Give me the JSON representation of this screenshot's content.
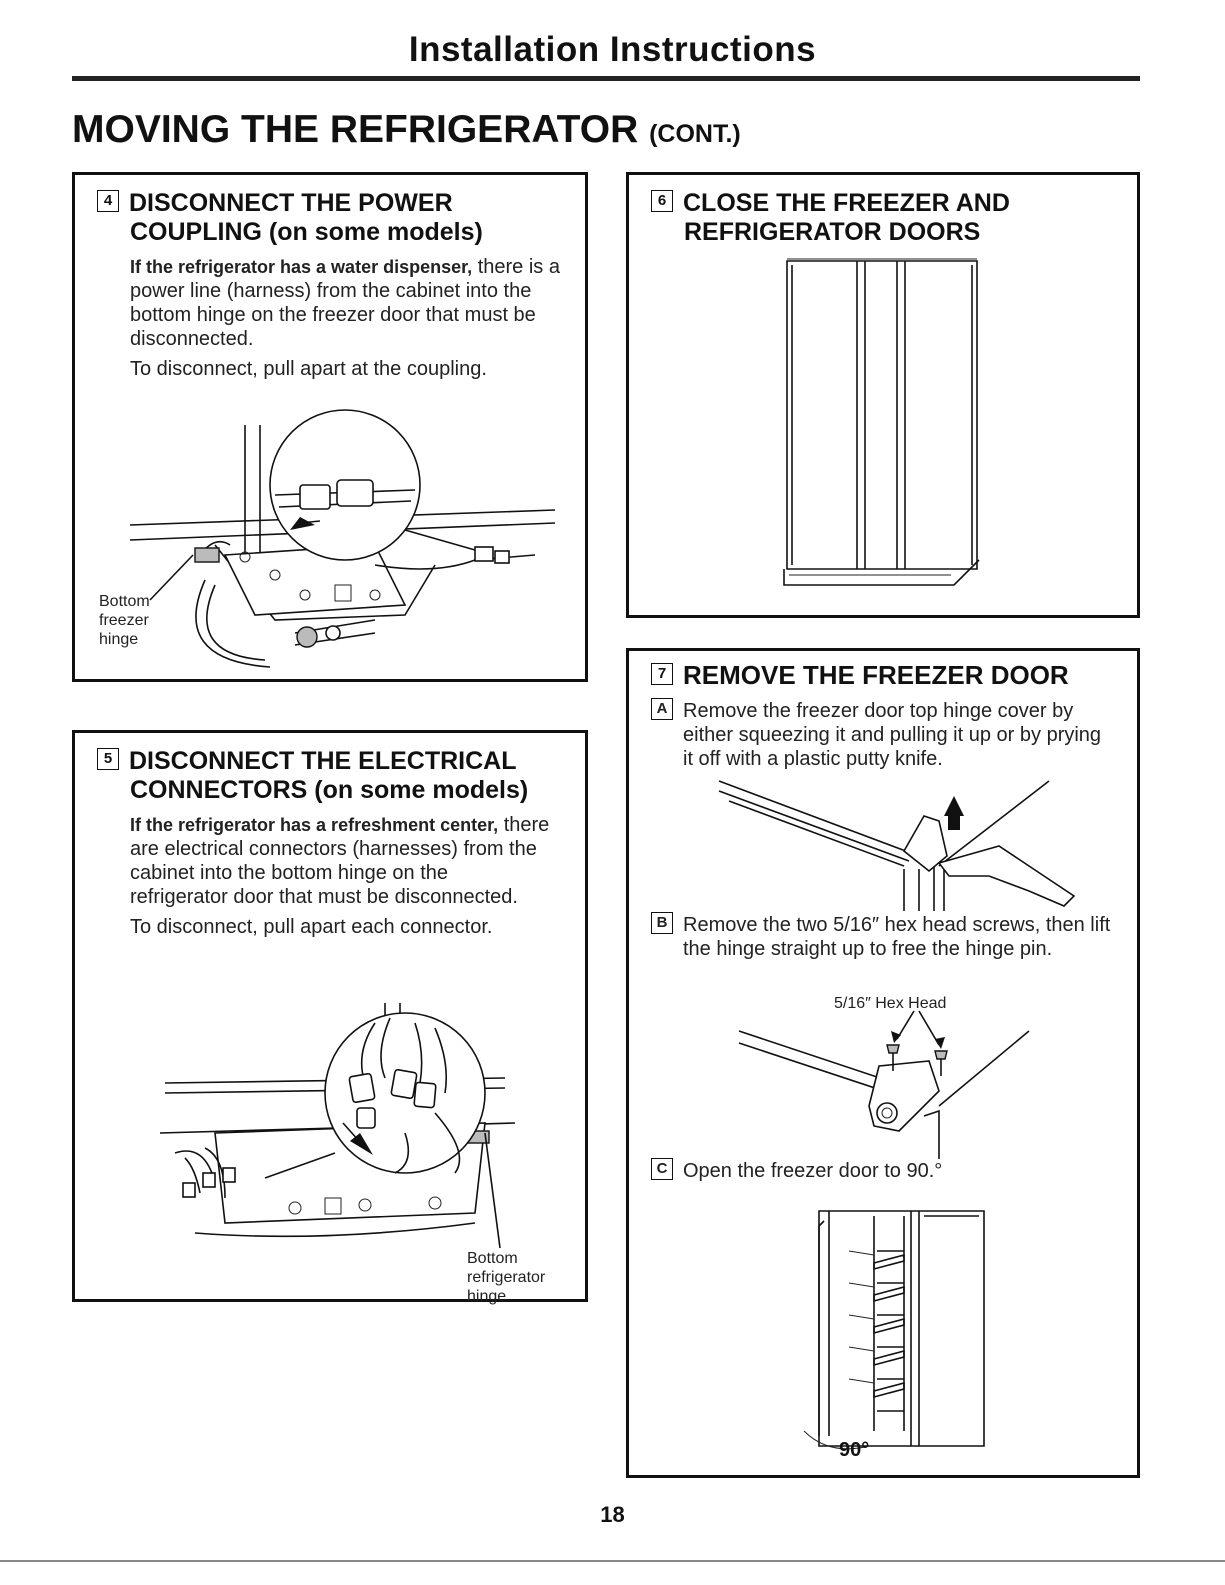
{
  "header": {
    "title": "Installation Instructions"
  },
  "page_heading": {
    "main": "MOVING THE REFRIGERATOR",
    "suffix": "(CONT.)"
  },
  "step4": {
    "num": "4",
    "title_line1": "DISCONNECT THE POWER",
    "title_line2_a": "COUPLING",
    "title_line2_b": "(on some models)",
    "bold_intro": "If the refrigerator has a water dispenser,",
    "text1": "there is a power line (harness) from the cabinet into the bottom hinge on the freezer door that must be disconnected.",
    "text2": "To disconnect, pull apart at the coupling.",
    "label": "Bottom freezer hinge"
  },
  "step5": {
    "num": "5",
    "title_line1": "DISCONNECT THE ELECTRICAL",
    "title_line2_a": "CONNECTORS",
    "title_line2_b": "(on some models)",
    "bold_intro": "If the refrigerator has a refreshment center,",
    "text1": "there are electrical connectors (harnesses) from the cabinet into the bottom hinge on the refrigerator door that must be disconnected.",
    "text2": "To disconnect, pull apart each connector.",
    "label": "Bottom refrigerator hinge"
  },
  "step6": {
    "num": "6",
    "title_line1": "CLOSE THE FREEZER AND",
    "title_line2": "REFRIGERATOR DOORS"
  },
  "step7": {
    "num": "7",
    "title": "REMOVE THE FREEZER DOOR",
    "a_letter": "A",
    "a_text": "Remove the freezer door top hinge cover by either squeezing it and pulling it up or by prying it off with a plastic putty knife.",
    "b_letter": "B",
    "b_text": "Remove the two 5/16″ hex head screws, then lift the hinge straight up to free the hinge pin.",
    "b_label": "5/16″ Hex Head",
    "c_letter": "C",
    "c_text": "Open the freezer door to 90.°",
    "c_label": "90°"
  },
  "page_number": "18"
}
